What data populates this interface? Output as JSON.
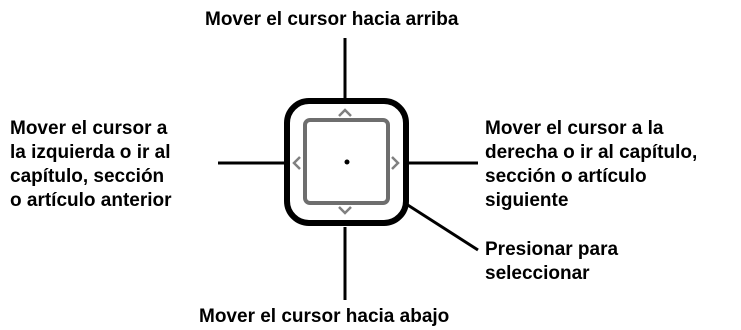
{
  "labels": {
    "up": [
      "Mover el cursor hacia arriba"
    ],
    "down": [
      "Mover el cursor hacia abajo"
    ],
    "left": [
      "Mover el cursor a",
      "la izquierda o ir al",
      "capítulo, sección",
      "o artículo anterior"
    ],
    "right": [
      "Mover el cursor a la",
      "derecha o ir al capítulo,",
      "sección o artículo",
      "siguiente"
    ],
    "select": [
      "Presionar para",
      "seleccionar"
    ]
  },
  "icons": {
    "up": "chevron-up-icon",
    "down": "chevron-down-icon",
    "left": "chevron-left-icon",
    "right": "chevron-right-icon",
    "center": "center-dot-icon"
  },
  "colors": {
    "line": "#000000",
    "outer_ring": "#000000",
    "inner_square": "#6e6e6e",
    "chevrons": "#808080",
    "background": "#ffffff"
  }
}
